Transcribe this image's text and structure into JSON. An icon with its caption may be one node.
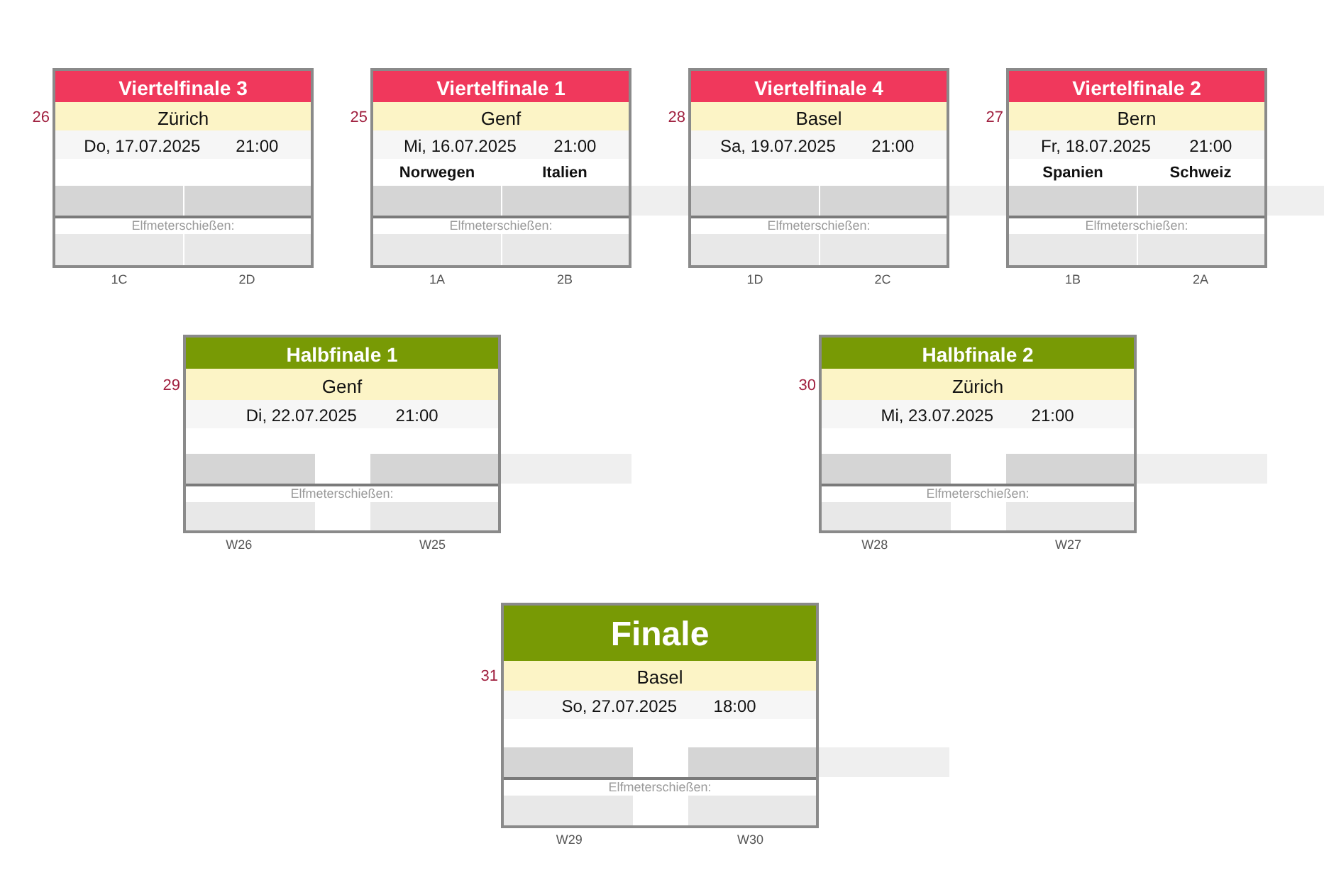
{
  "diagram": {
    "nodes": [
      {
        "text": [
          "Viertelfinale 3",
          "Zürich",
          "Do, 17.07.2025",
          "21:00",
          "Elfmeterschießen:"
        ],
        "beside": [
          "26",
          "1C",
          "2D"
        ]
      },
      {
        "text": [
          "Viertelfinale 1",
          "Genf",
          "Mi, 16.07.2025",
          "21:00",
          "Norwegen",
          "Italien",
          "Elfmeterschießen:"
        ],
        "beside": [
          "25",
          "1A",
          "2B"
        ]
      },
      {
        "text": [
          "Viertelfinale 4",
          "Basel",
          "Sa, 19.07.2025",
          "21:00",
          "Elfmeterschießen:"
        ],
        "beside": [
          "28",
          "1D",
          "2C"
        ]
      },
      {
        "text": [
          "Viertelfinale 2",
          "Bern",
          "Fr, 18.07.2025",
          "21:00",
          "Spanien",
          "Schweiz",
          "Elfmeterschießen:"
        ],
        "beside": [
          "27",
          "1B",
          "2A"
        ]
      },
      {
        "text": [
          "Halbfinale 1",
          "Genf",
          "Di, 22.07.2025",
          "21:00",
          "Elfmeterschießen:"
        ],
        "beside": [
          "29",
          "W26",
          "W25"
        ]
      },
      {
        "text": [
          "Halbfinale 2",
          "Zürich",
          "Mi, 23.07.2025",
          "21:00",
          "Elfmeterschießen:"
        ],
        "beside": [
          "30",
          "W28",
          "W27"
        ]
      },
      {
        "text": [
          "Finale",
          "Basel",
          "So, 27.07.2025",
          "18:00",
          "Elfmeterschießen:"
        ],
        "beside": [
          "31",
          "W29",
          "W30"
        ]
      }
    ]
  }
}
